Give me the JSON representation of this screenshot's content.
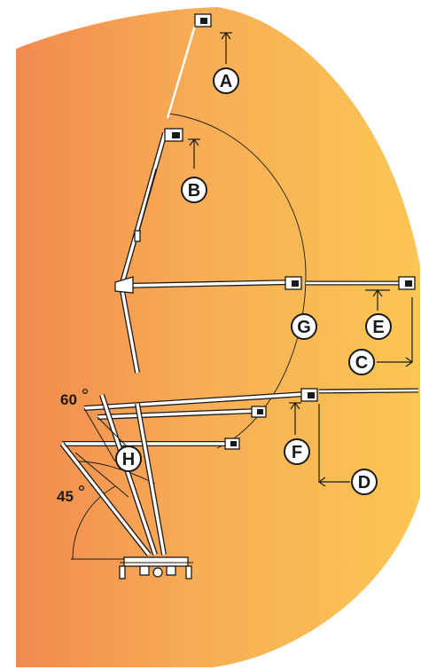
{
  "colors": {
    "gradient_left": "#f28a4e",
    "gradient_mid": "#f7ad55",
    "gradient_right": "#fbc653",
    "ink": "#1a1a1a",
    "boom_fill": "#ffffff"
  },
  "labels": {
    "a": "A",
    "b": "B",
    "c": "C",
    "d": "D",
    "e": "E",
    "f": "F",
    "g": "G",
    "h": "H"
  },
  "angles": {
    "upper": "60",
    "lower": "45"
  }
}
